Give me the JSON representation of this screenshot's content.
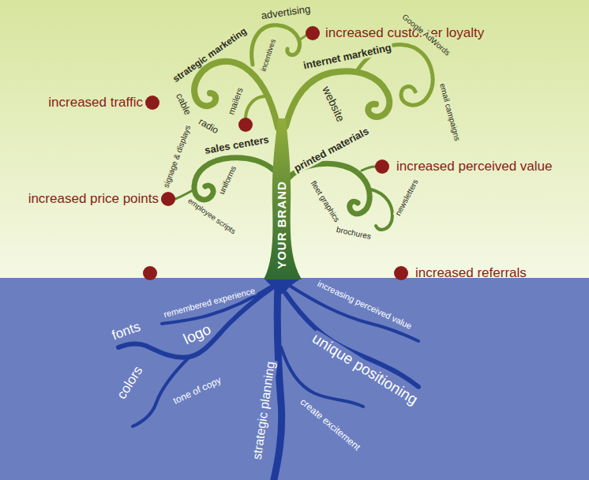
{
  "diagram": {
    "labels": [
      "advertising",
      "incentives",
      "increased customer loyalty",
      "strategic marketing",
      "internet marketing",
      "Google AdWords",
      "increased traffic",
      "cable",
      "mailers",
      "website",
      "email campaigns",
      "radio",
      "sales centers",
      "printed materials",
      "increased perceived value",
      "signage & displays",
      "uniforms",
      "fleet graphics",
      "newsletters",
      "increased price points",
      "employee scripts",
      "brochures",
      "YOUR BRAND",
      "increased referrals",
      "remembered experience",
      "increasing perceived value",
      "fonts",
      "logo",
      "colors",
      "tone of copy",
      "unique positioning",
      "strategic planning",
      "create excitement"
    ]
  }
}
